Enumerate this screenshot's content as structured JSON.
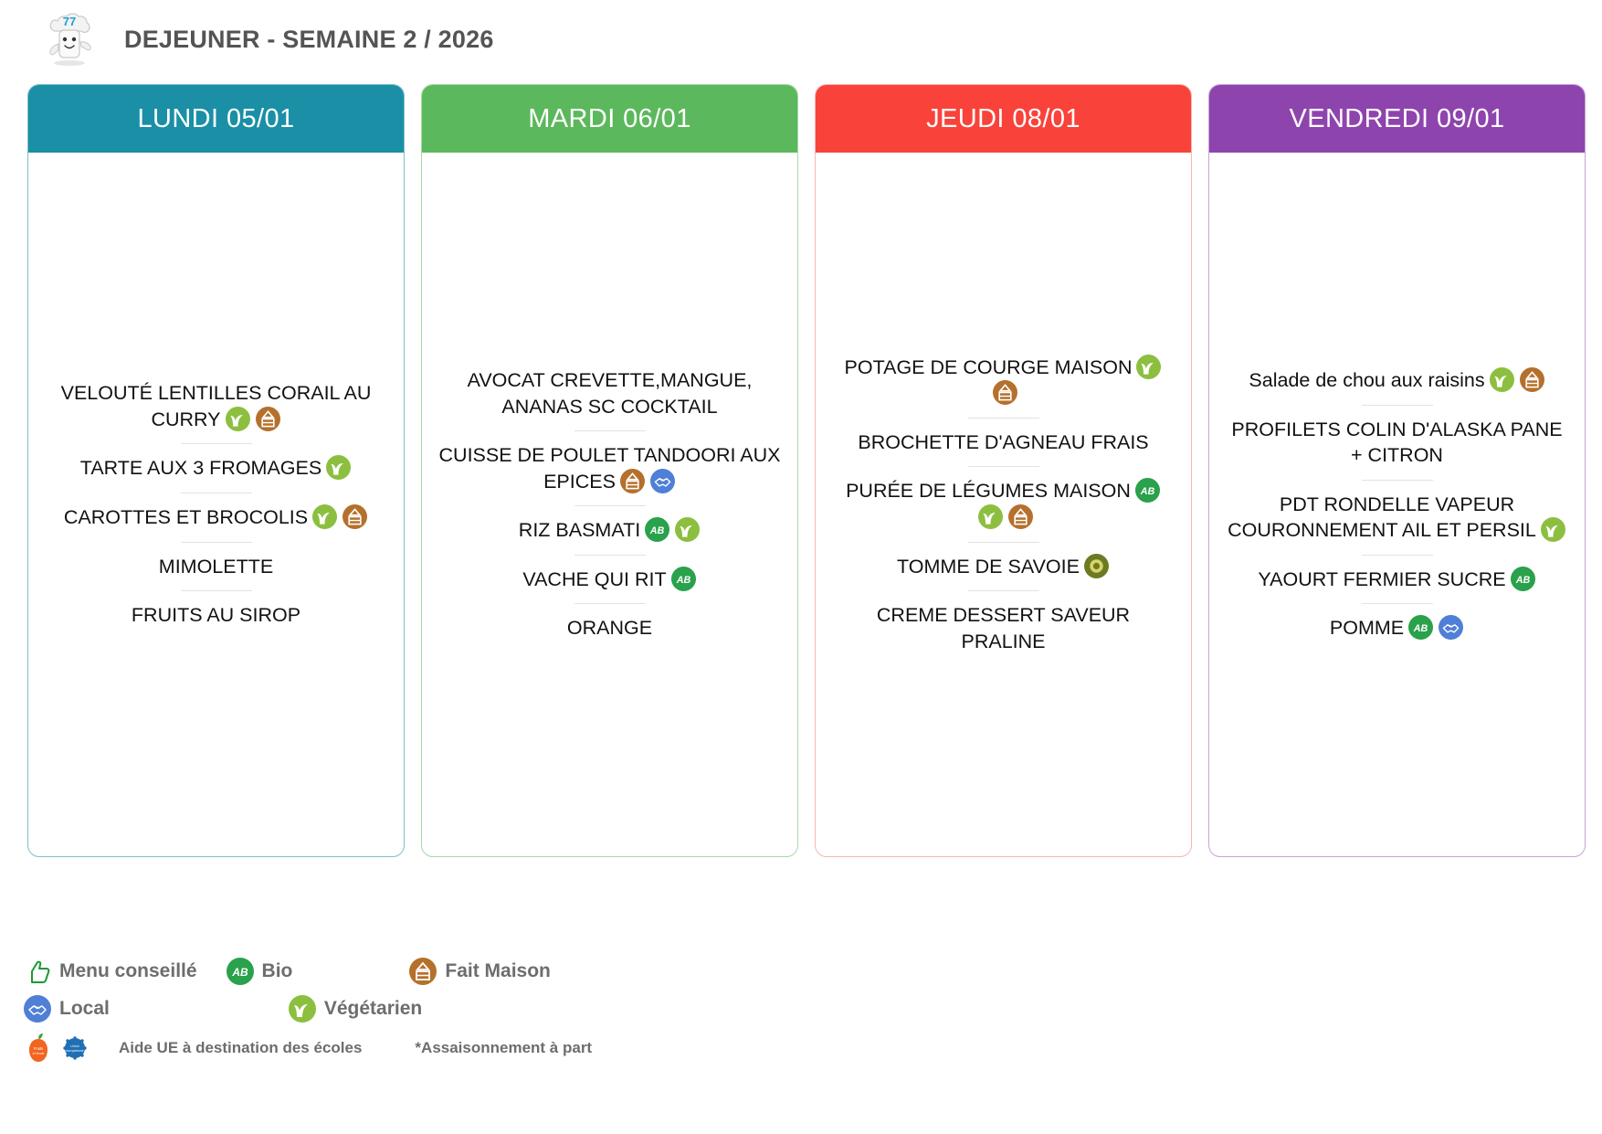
{
  "header": {
    "title": "DEJEUNER - SEMAINE 2 / 2026",
    "logo_name": "chef-mascot-logo"
  },
  "icon_colors": {
    "vegetarien": "#8cbf3f",
    "fait_maison": "#b5702c",
    "bio": "#2aa14b",
    "local": "#4f7fd6",
    "tomme": "#6e7a21",
    "menu_conseille": "#1a9a35"
  },
  "days": [
    {
      "name": "LUNDI 05/01",
      "color": "#1a8fa5",
      "border": "#7fbecd",
      "dishes": [
        {
          "text": "VELOUTÉ LENTILLES CORAIL AU CURRY",
          "icons": [
            "vegetarien",
            "fait-maison"
          ]
        },
        {
          "text": "TARTE AUX 3 FROMAGES",
          "icons": [
            "vegetarien"
          ]
        },
        {
          "text": "CAROTTES ET BROCOLIS",
          "icons": [
            "vegetarien",
            "fait-maison"
          ]
        },
        {
          "text": "MIMOLETTE",
          "icons": []
        },
        {
          "text": "FRUITS AU SIROP",
          "icons": []
        }
      ]
    },
    {
      "name": "MARDI 06/01",
      "color": "#5cb85c",
      "border": "#a8d8a8",
      "dishes": [
        {
          "text": "AVOCAT CREVETTE,MANGUE, ANANAS SC COCKTAIL",
          "icons": []
        },
        {
          "text": "CUISSE DE POULET TANDOORI AUX EPICES",
          "icons": [
            "fait-maison",
            "local"
          ]
        },
        {
          "text": "RIZ BASMATI",
          "icons": [
            "bio",
            "vegetarien"
          ]
        },
        {
          "text": "VACHE QUI RIT",
          "icons": [
            "bio"
          ]
        },
        {
          "text": "ORANGE",
          "icons": []
        }
      ]
    },
    {
      "name": "JEUDI 08/01",
      "color": "#f9423a",
      "border": "#f7b6b2",
      "dishes": [
        {
          "text": "POTAGE DE COURGE MAISON",
          "icons": [
            "vegetarien",
            "fait-maison"
          ]
        },
        {
          "text": "BROCHETTE D'AGNEAU FRAIS",
          "icons": []
        },
        {
          "text": "PURÉE DE LÉGUMES MAISON",
          "icons": [
            "bio",
            "vegetarien",
            "fait-maison"
          ]
        },
        {
          "text": "TOMME DE SAVOIE",
          "icons": [
            "tomme"
          ]
        },
        {
          "text": "CREME DESSERT SAVEUR PRALINE",
          "icons": []
        }
      ]
    },
    {
      "name": "VENDREDI 09/01",
      "color": "#8e44ad",
      "border": "#c9a3d8",
      "dishes": [
        {
          "text": "Salade de chou aux raisins",
          "icons": [
            "vegetarien",
            "fait-maison"
          ]
        },
        {
          "text": "PROFILETS COLIN D'ALASKA PANE + CITRON",
          "icons": []
        },
        {
          "text": "PDT RONDELLE VAPEUR COURONNEMENT AIL ET PERSIL",
          "icons": [
            "vegetarien"
          ]
        },
        {
          "text": "YAOURT FERMIER SUCRE",
          "icons": [
            "bio"
          ]
        },
        {
          "text": "POMME",
          "icons": [
            "bio",
            "local"
          ]
        }
      ]
    }
  ],
  "legend": {
    "row1": [
      {
        "icon": "menu-conseille",
        "label": "Menu conseillé"
      },
      {
        "icon": "bio",
        "label": "Bio"
      },
      {
        "icon": "fait-maison",
        "label": "Fait Maison"
      }
    ],
    "row2": [
      {
        "icon": "local",
        "label": "Local"
      },
      {
        "icon": "vegetarien",
        "label": "Végétarien"
      }
    ],
    "eu_text": "Aide UE à destination des écoles",
    "note": "*Assaisonnement à part"
  }
}
